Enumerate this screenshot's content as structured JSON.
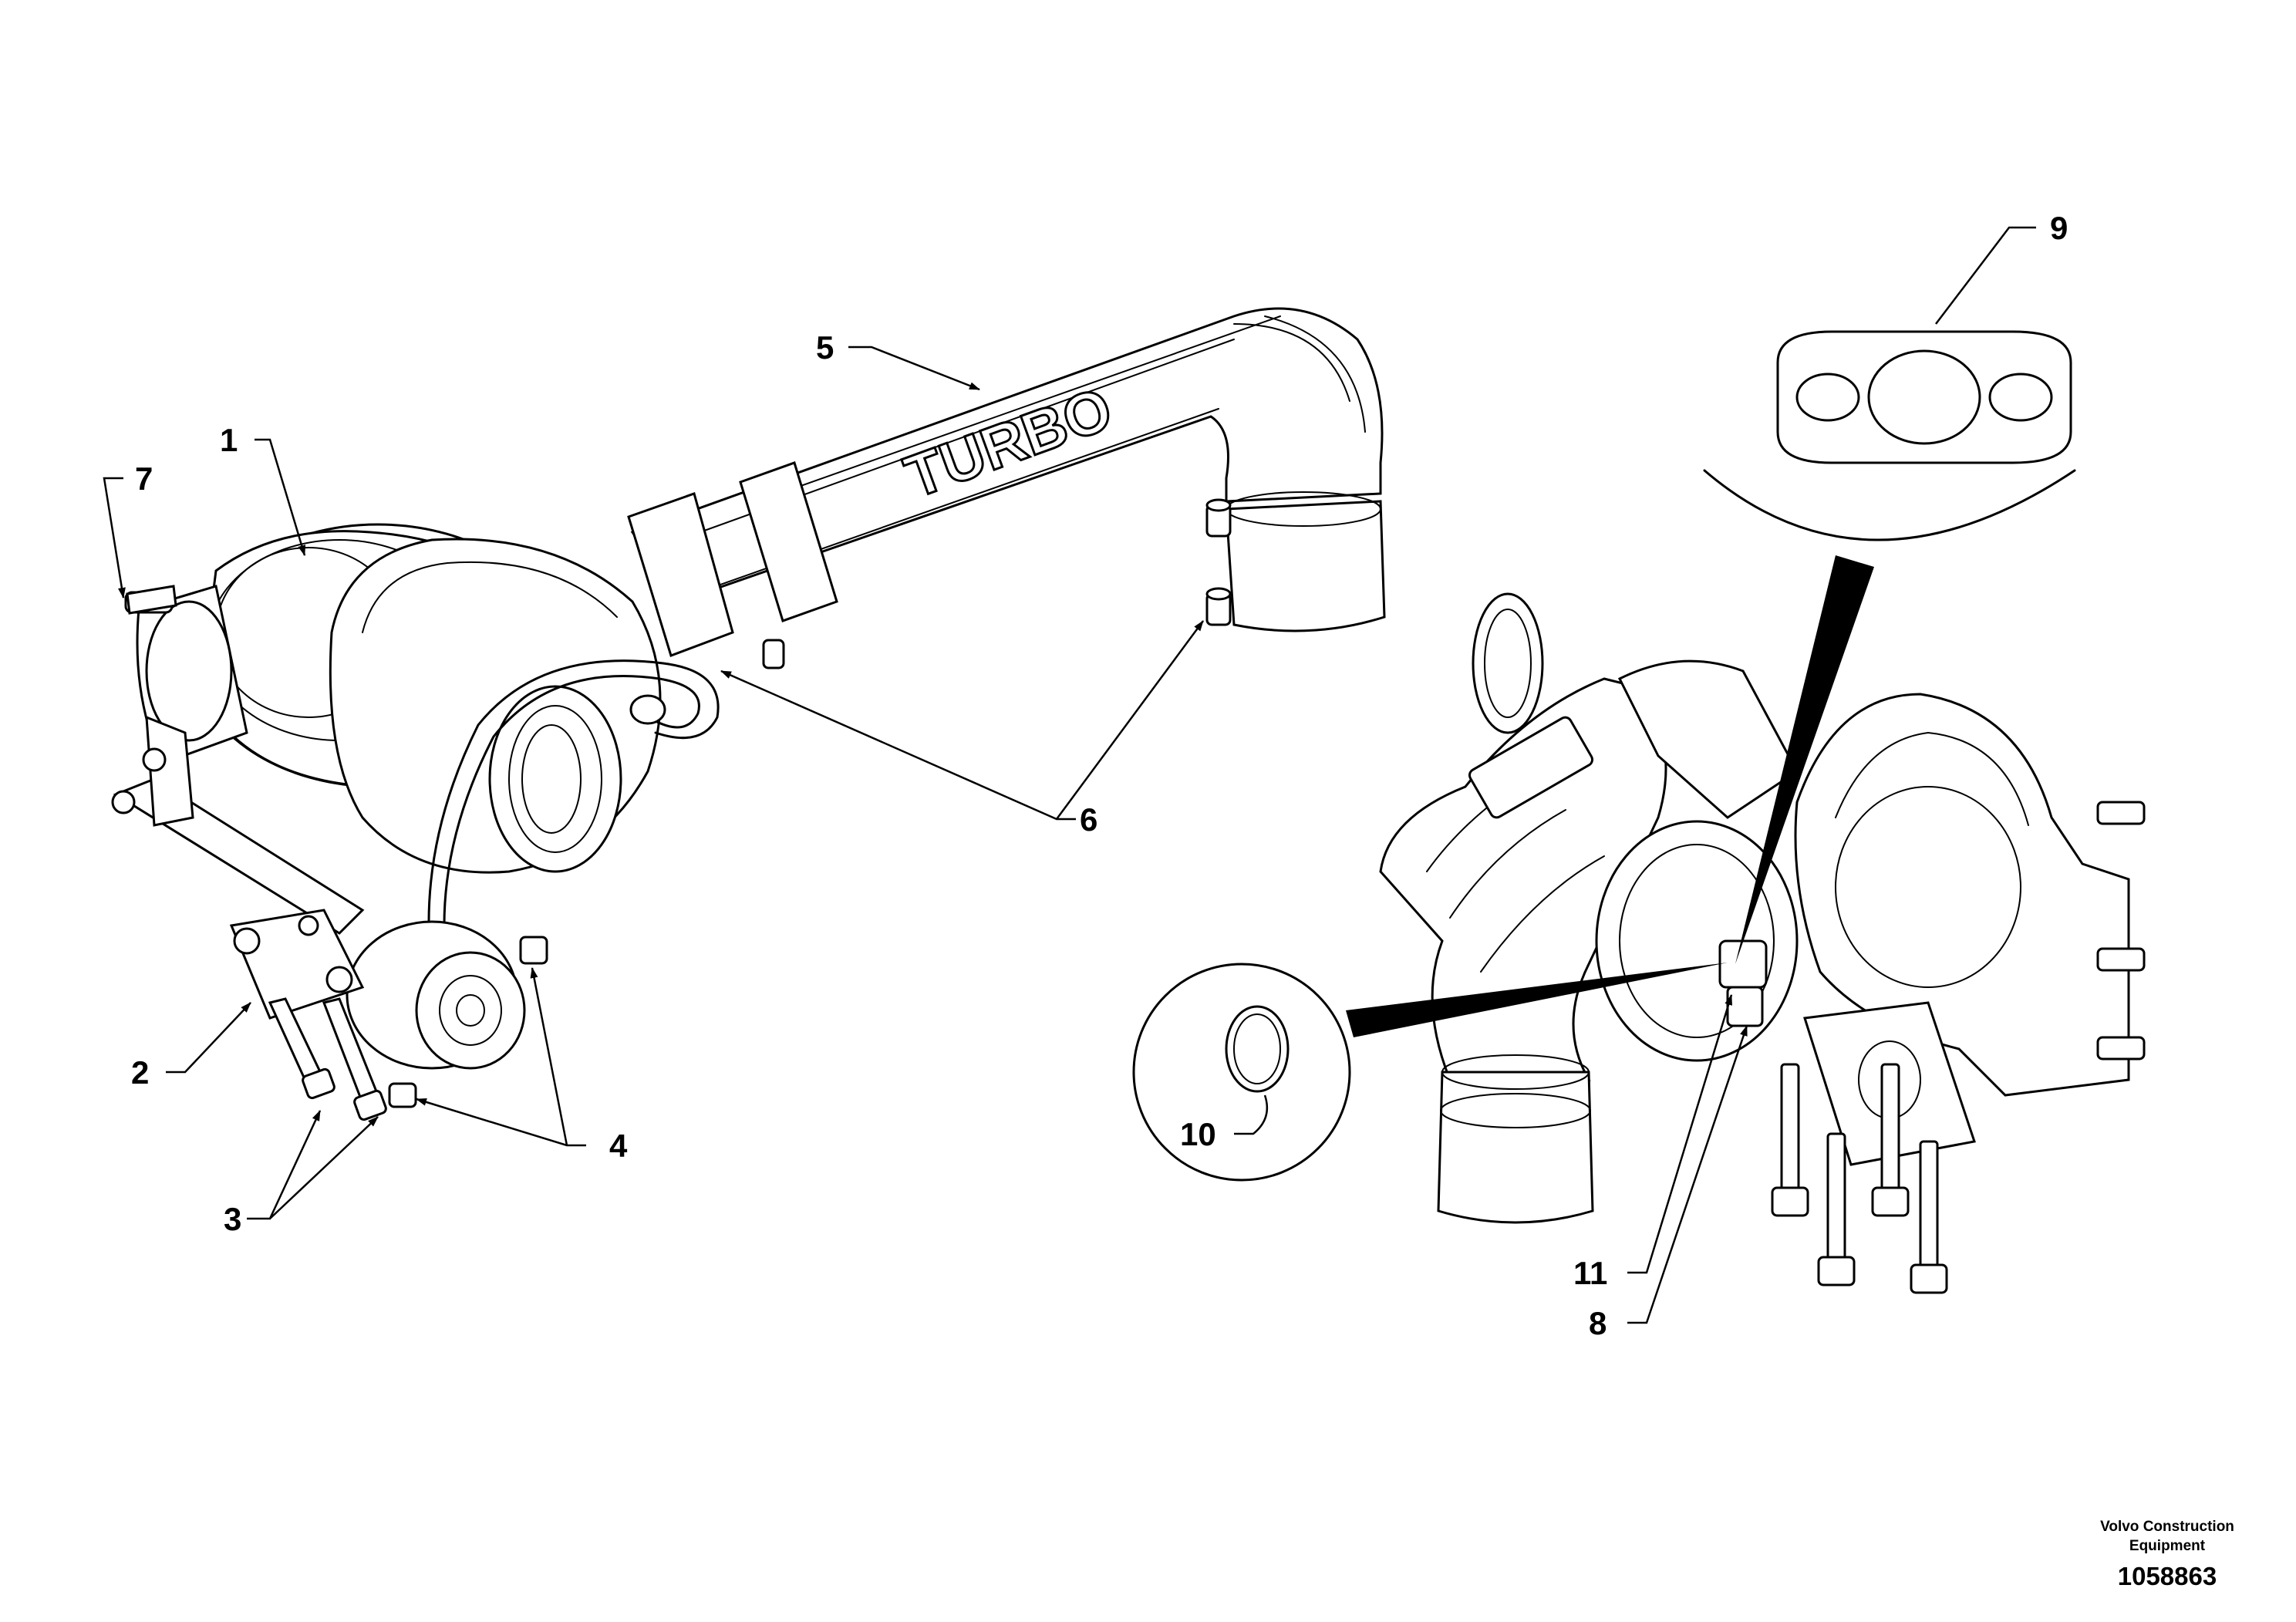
{
  "callouts": [
    {
      "id": "1",
      "label": "1"
    },
    {
      "id": "2",
      "label": "2"
    },
    {
      "id": "3",
      "label": "3"
    },
    {
      "id": "4",
      "label": "4"
    },
    {
      "id": "5",
      "label": "5"
    },
    {
      "id": "6",
      "label": "6"
    },
    {
      "id": "7",
      "label": "7"
    },
    {
      "id": "8",
      "label": "8"
    },
    {
      "id": "9",
      "label": "9"
    },
    {
      "id": "10",
      "label": "10"
    },
    {
      "id": "11",
      "label": "11"
    }
  ],
  "pipe_lettering": "TURBO",
  "footer": {
    "brand_line1": "Volvo Construction",
    "brand_line2": "Equipment",
    "document_number": "1058863"
  }
}
